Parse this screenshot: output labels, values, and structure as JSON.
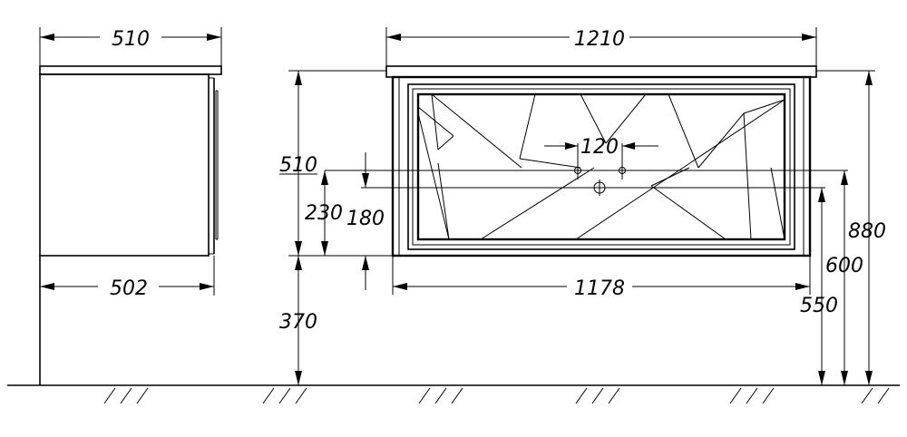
{
  "dimensions": {
    "side_top_width": "510",
    "side_base_width": "502",
    "front_top_width": "1210",
    "front_body_width": "1178",
    "faucet_spacing": "120",
    "body_height": "510",
    "drain_offset": "230",
    "pipe_offset": "180",
    "floor_clearance": "370",
    "total_height": "880",
    "pipe_height": "600",
    "drain_height": "550"
  }
}
